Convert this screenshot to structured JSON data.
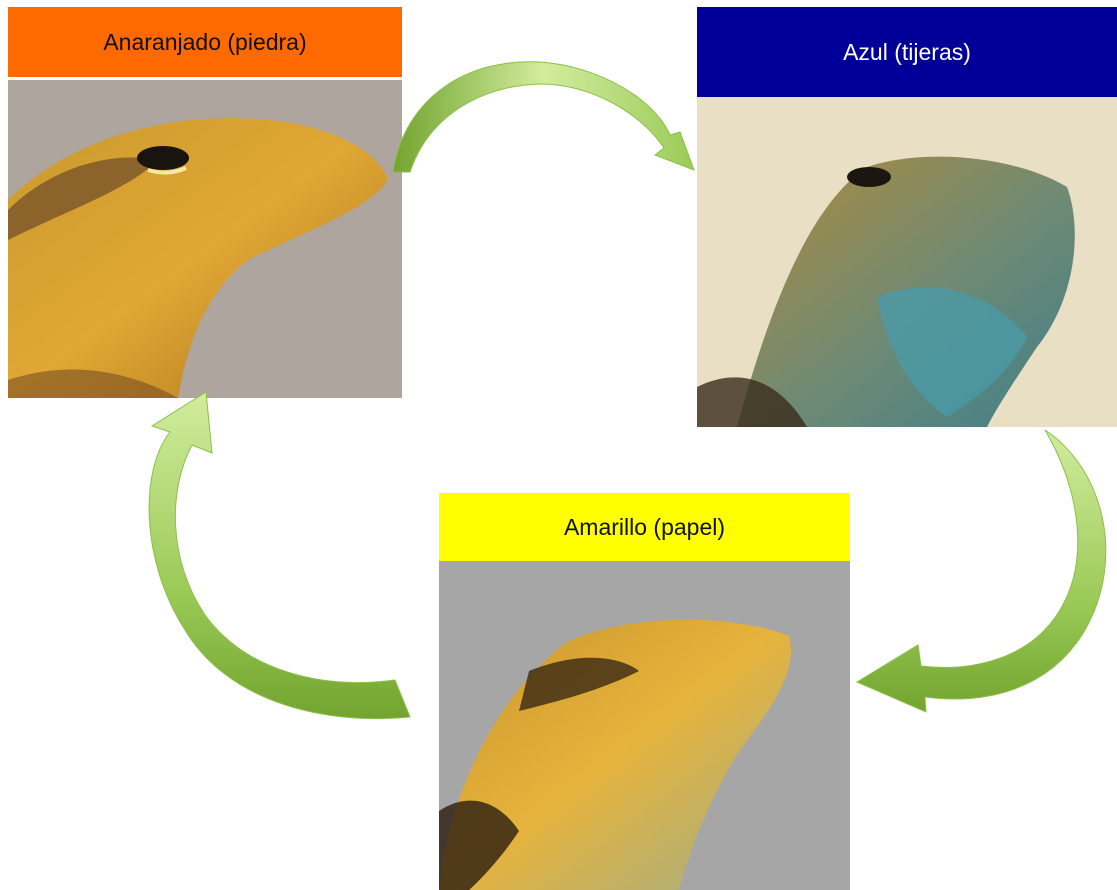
{
  "colors": {
    "orange_label": "#ff6a00",
    "blue_label": "#000099",
    "yellow_label": "#ffff00",
    "arrow_light": "#d2ec9e",
    "arrow_dark": "#72a42f"
  },
  "morphs": [
    {
      "label": "Anaranjado (piedra)",
      "image": "orange-throated lizard head photo"
    },
    {
      "label": "Azul (tijeras)",
      "image": "blue-throated lizard head photo"
    },
    {
      "label": "Amarillo (papel)",
      "image": "yellow-throated lizard head photo"
    }
  ],
  "arrows": [
    {
      "name": "arrow-orange-to-blue",
      "from": "Anaranjado (piedra)",
      "to": "Azul (tijeras)"
    },
    {
      "name": "arrow-blue-to-yellow",
      "from": "Azul (tijeras)",
      "to": "Amarillo (papel)"
    },
    {
      "name": "arrow-yellow-to-orange",
      "from": "Amarillo (papel)",
      "to": "Anaranjado (piedra)"
    }
  ]
}
